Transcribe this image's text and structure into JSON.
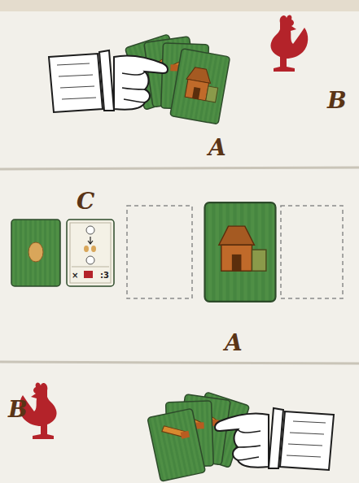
{
  "diagram": {
    "nodes": [
      {
        "text": [
          "×",
          ":3"
        ]
      }
    ],
    "labels": [
      "A",
      "B",
      "C",
      "A",
      "B"
    ]
  }
}
